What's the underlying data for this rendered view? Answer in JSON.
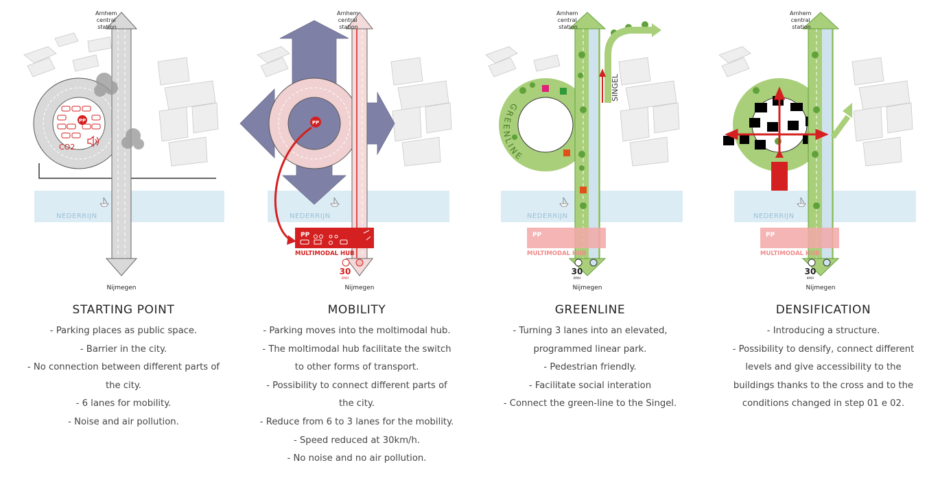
{
  "common": {
    "station_label": [
      "Arnhem",
      "central",
      "station"
    ],
    "river_label": "NEDERRIJN",
    "south_label": "Nijmegen",
    "parking_label": "PP",
    "hub_label": "MULTIMODAL HUB",
    "speed_value": "30",
    "speed_unit": "KM/H",
    "co2_label": "CO2",
    "greenline_label": "GREENLINE",
    "singel_label": "SINGEL"
  },
  "colors": {
    "red": "#d42020",
    "green": "#a9cf7a",
    "dark_green": "#5fa23a",
    "purple": "#7f80a6",
    "river": "#dcecf5",
    "gray": "#e6e6e6"
  },
  "panels": [
    {
      "title": "STARTING POINT",
      "notes": [
        "- Parking places as public space.",
        "- Barrier in the city.",
        "- No connection between different parts of",
        "the city.",
        "- 6 lanes for mobility.",
        "- Noise and air pollution."
      ]
    },
    {
      "title": "MOBILITY",
      "notes": [
        "- Parking moves into the moltimodal hub.",
        "- The moltimodal hub facilitate the switch",
        "to other forms of transport.",
        "- Possibility to connect different parts of",
        "the city.",
        "- Reduce from 6 to 3 lanes for the mobility.",
        "- Speed reduced at 30km/h.",
        "- No noise and no air pollution."
      ]
    },
    {
      "title": "GREENLINE",
      "notes": [
        "- Turning 3 lanes into an elevated,",
        "programmed linear park.",
        "- Pedestrian friendly.",
        "- Facilitate social interation",
        "- Connect the green-line to the Singel."
      ]
    },
    {
      "title": "DENSIFICATION",
      "notes": [
        "- Introducing a structure.",
        "- Possibility to densify, connect different",
        "levels and give accessibility to the",
        "buildings thanks to the cross and to the",
        "conditions changed in step 01 e 02."
      ]
    }
  ]
}
